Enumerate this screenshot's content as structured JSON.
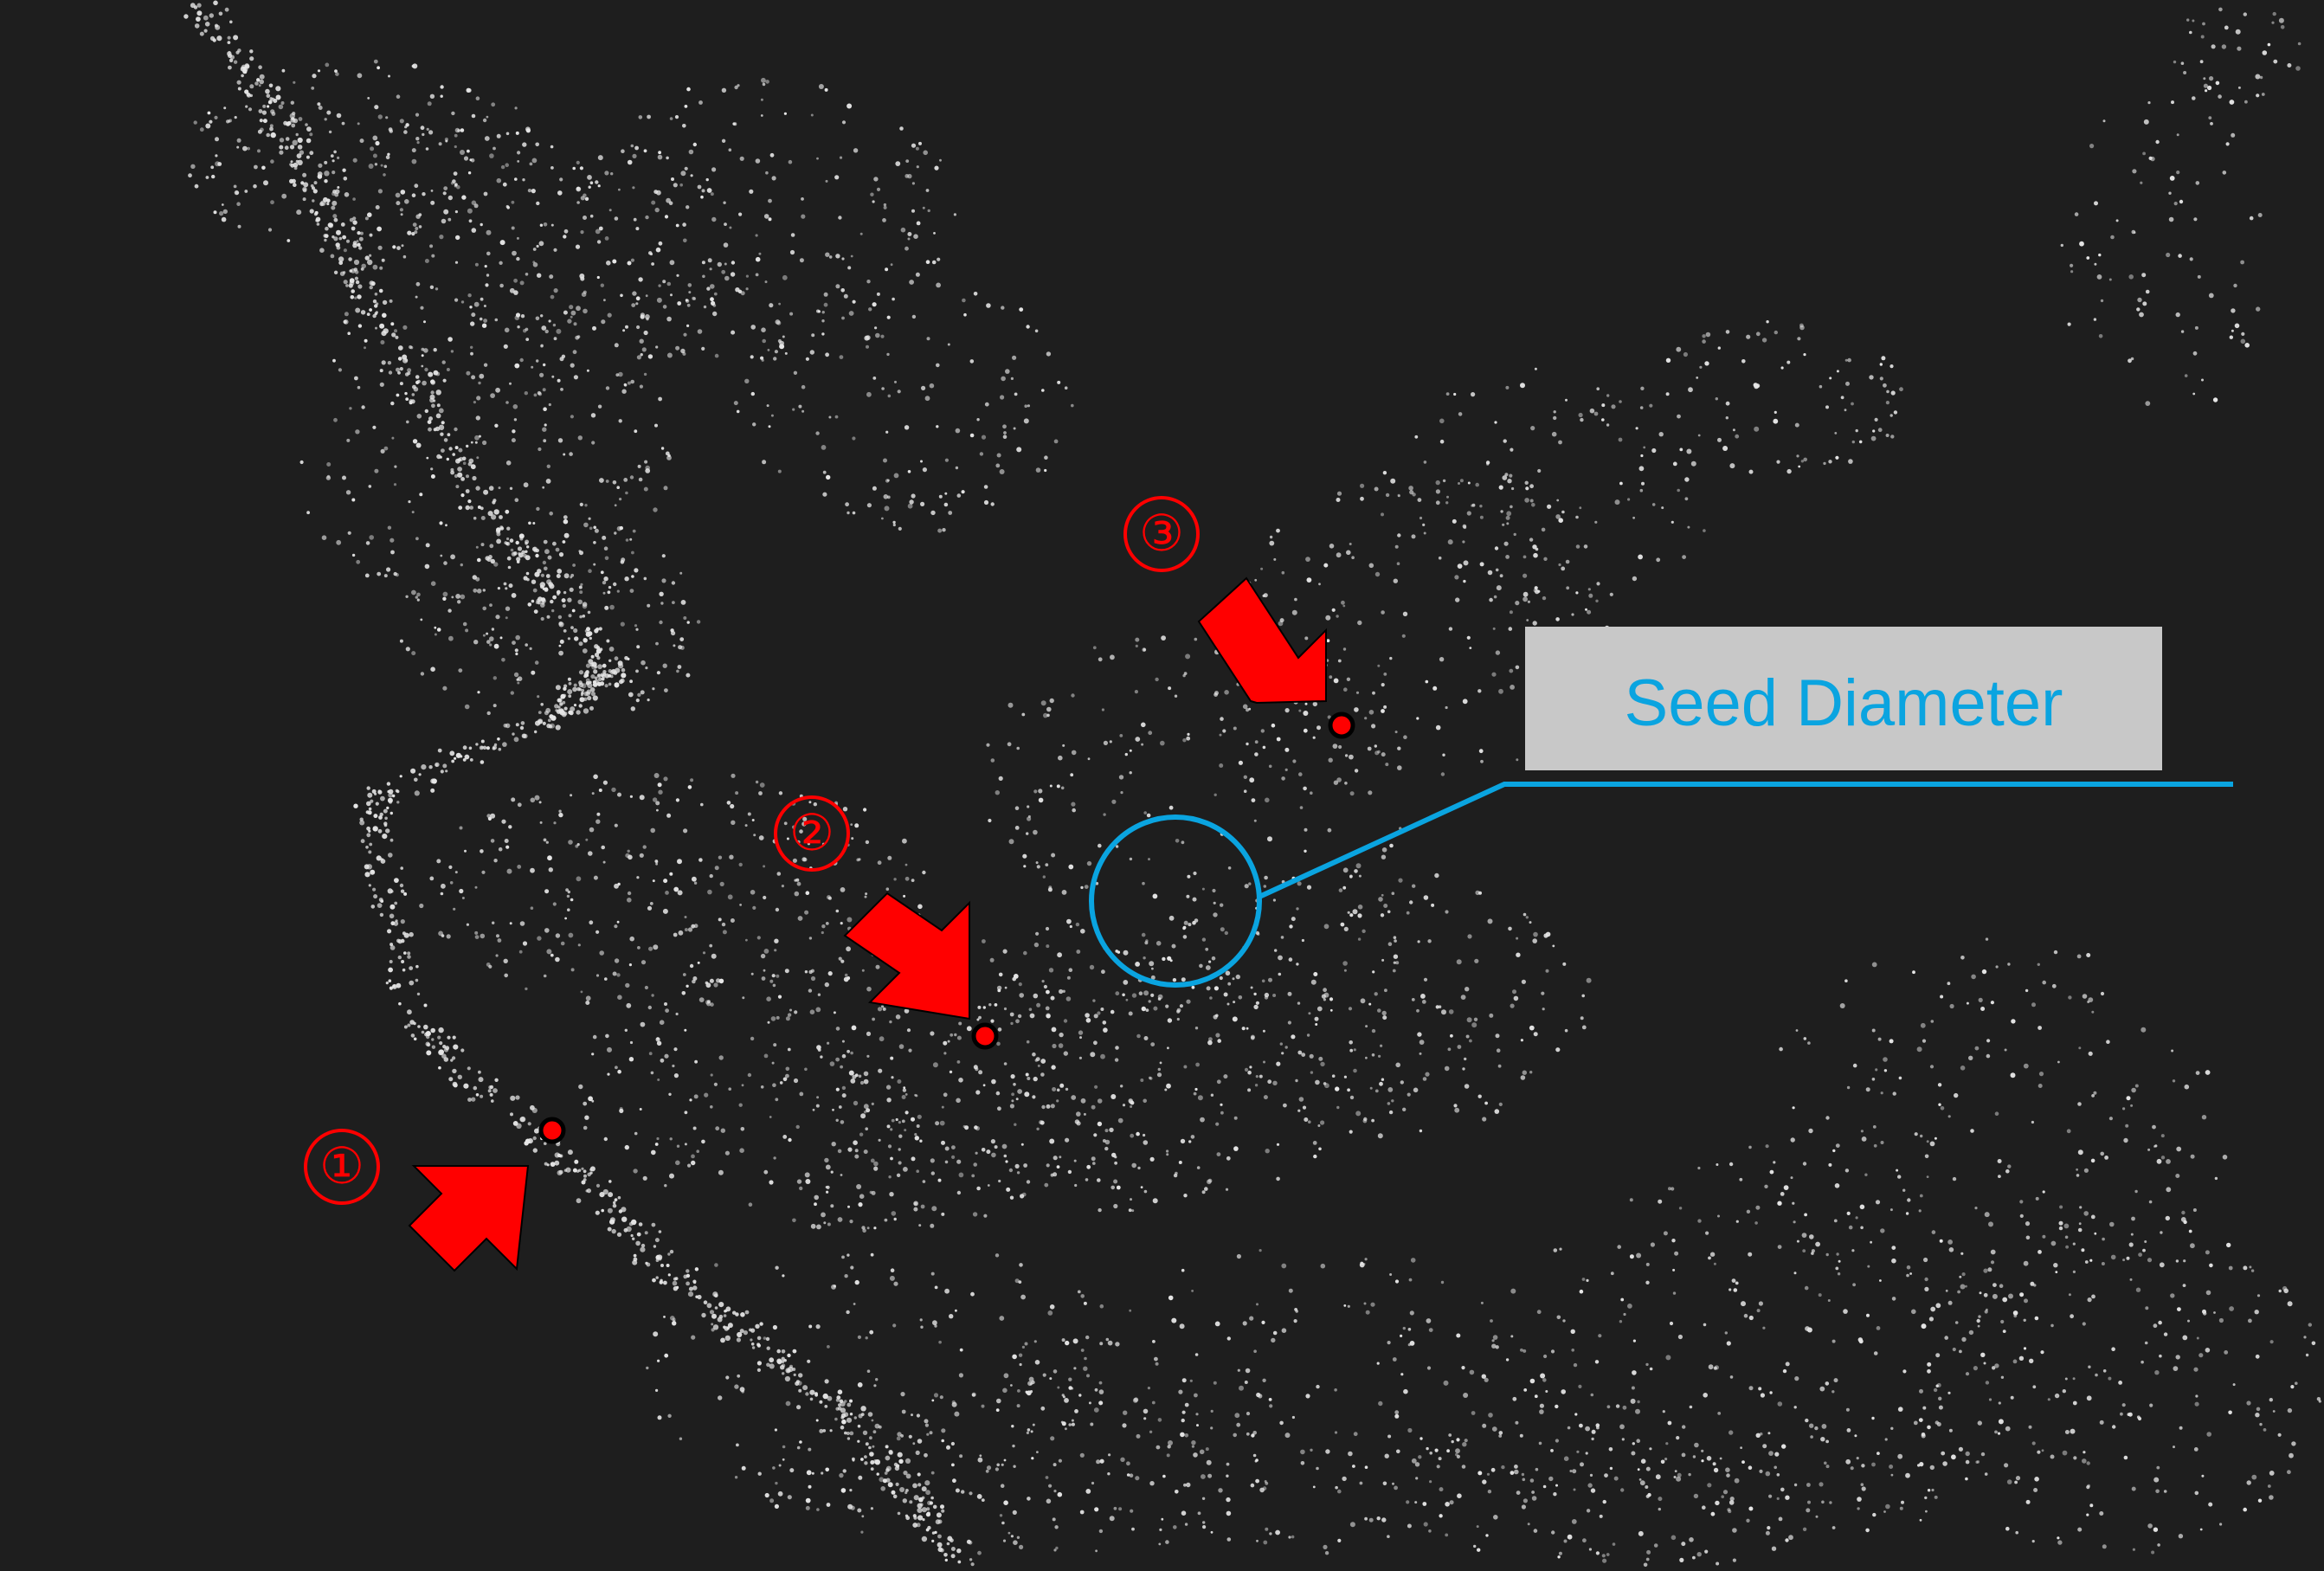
{
  "colors": {
    "background": "#1e1e1e",
    "points": "#e6e6e6",
    "marker": "#ff0000",
    "callout": "#0aa4e0",
    "label_box": "#c8c8c8"
  },
  "markers": [
    {
      "number": "①",
      "icon": "arrow-up-right"
    },
    {
      "number": "②",
      "icon": "arrow-down-right"
    },
    {
      "number": "③",
      "icon": "arrow-down-right"
    }
  ],
  "callout": {
    "label": "Seed Diameter",
    "icon": "circle"
  }
}
